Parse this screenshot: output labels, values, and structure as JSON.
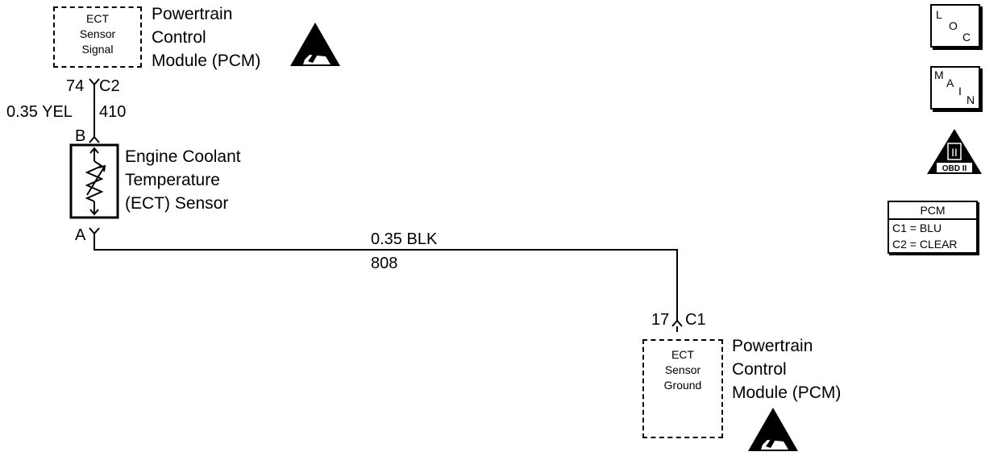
{
  "pcm_top": {
    "box_lines": [
      "ECT",
      "Sensor",
      "Signal"
    ],
    "name_lines": [
      "Powertrain",
      "Control",
      "Module (PCM)"
    ],
    "pin": "74",
    "connector": "C2"
  },
  "yel_wire": {
    "gauge_color": "0.35 YEL",
    "circuit": "410"
  },
  "sensor": {
    "terminal_top": "B",
    "terminal_bottom": "A",
    "name_lines": [
      "Engine Coolant",
      "Temperature",
      "(ECT) Sensor"
    ]
  },
  "blk_wire": {
    "gauge_color": "0.35 BLK",
    "circuit": "808"
  },
  "pcm_bottom": {
    "pin": "17",
    "connector": "C1",
    "box_lines": [
      "ECT",
      "Sensor",
      "Ground"
    ],
    "name_lines": [
      "Powertrain",
      "Control",
      "Module (PCM)"
    ]
  },
  "legend": {
    "loc_letters": [
      "L",
      "O",
      "C"
    ],
    "main_letters": [
      "M",
      "A",
      "I",
      "N"
    ],
    "obd_label": "OBD II",
    "obd_numeral": "II",
    "pcm_table": {
      "title": "PCM",
      "rows": [
        "C1 = BLU",
        "C2 = CLEAR"
      ]
    }
  },
  "icons": [
    "esd-warning-icon",
    "location-icon",
    "main-icon",
    "obd-ii-icon"
  ]
}
